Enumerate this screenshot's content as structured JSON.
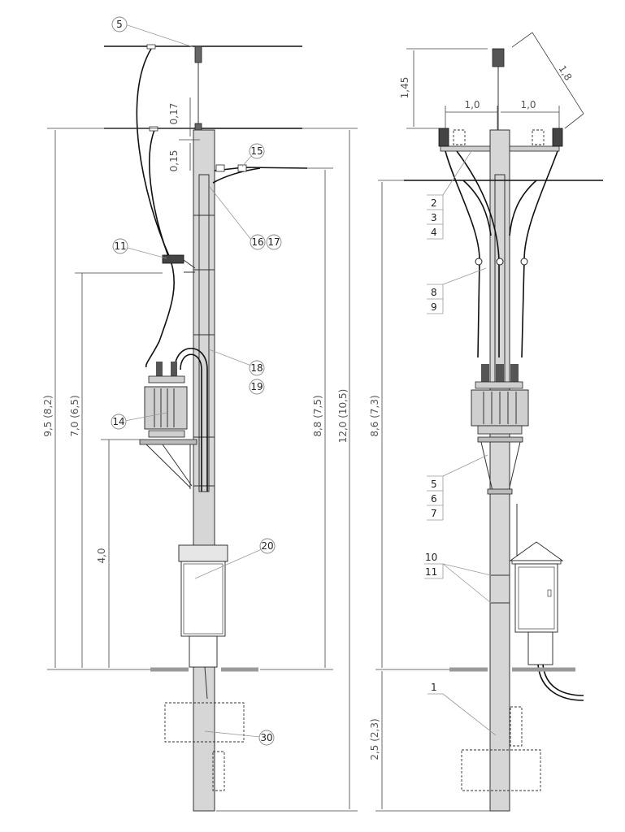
{
  "left_view": {
    "dimensions": {
      "d_9_5": "9,5 (8,2)",
      "d_7_0": "7,0 (6,5)",
      "d_4_0": "4,0",
      "d_8_8": "8,8 (7,5)",
      "d_12_0": "12,0 (10,5)",
      "d_0_17": "0,17",
      "d_0_15": "0,15"
    },
    "callouts": {
      "c5": "5",
      "c15": "15",
      "c16": "16",
      "c17": "17",
      "c11": "11",
      "c18": "18",
      "c19": "19",
      "c14": "14",
      "c20": "20",
      "c30": "30"
    }
  },
  "right_view": {
    "dimensions": {
      "d_1_45": "1,45",
      "d_1_0_left": "1,0",
      "d_1_0_right": "1,0",
      "d_1_8": "1,8",
      "d_8_6": "8,6 (7,3)",
      "d_2_5": "2,5 (2,3)"
    },
    "callouts": {
      "r2": "2",
      "r3": "3",
      "r4": "4",
      "r8": "8",
      "r9": "9",
      "r5": "5",
      "r6": "6",
      "r7": "7",
      "r10": "10",
      "r11": "11",
      "r1": "1"
    }
  }
}
